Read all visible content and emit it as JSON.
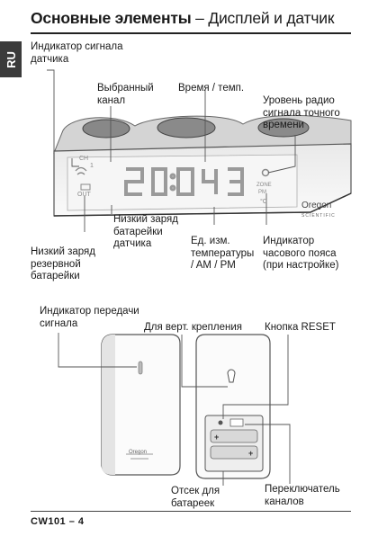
{
  "lang_tab": "RU",
  "title": {
    "bold": "Основные элементы",
    "dash": " – ",
    "normal": "Дисплей и датчик"
  },
  "display_labels": {
    "sensor_indicator": [
      "Индикатор сигнала",
      "датчика"
    ],
    "selected_channel": [
      "Выбранный",
      "канал"
    ],
    "time_temp": "Время / темп.",
    "radio_signal": [
      "Уровень радио",
      "сигнала точного",
      "времени"
    ],
    "sensor_low_battery": [
      "Низкий заряд",
      "батарейки",
      "датчика"
    ],
    "backup_low_battery": [
      "Низкий заряд",
      "резервной",
      "батарейки"
    ],
    "unit": [
      "Ед. изм.",
      "температуры",
      "/ AM / PM"
    ],
    "timezone": [
      "Индикатор",
      "часового пояса",
      "(при настройке)"
    ]
  },
  "sensor_labels": {
    "tx_indicator": [
      "Индикатор передачи",
      "сигнала"
    ],
    "wall_mount": "Для верт. крепления",
    "reset": "Кнопка RESET",
    "battery": [
      "Отсек для",
      "батареек"
    ],
    "channel_switch": [
      "Переключатель",
      "каналов"
    ]
  },
  "screen_text": {
    "ch": "CH",
    "ch_num": "1",
    "out": "OUT",
    "zone": "ZONE",
    "pm": "PM",
    "unit": "°C",
    "brand": "Oregon",
    "brand_sub": "SCIENTIFIC"
  },
  "sensor_text": {
    "brand": "Oregon"
  },
  "footer": {
    "model": "CW101",
    "sep": " – ",
    "page": "4"
  }
}
